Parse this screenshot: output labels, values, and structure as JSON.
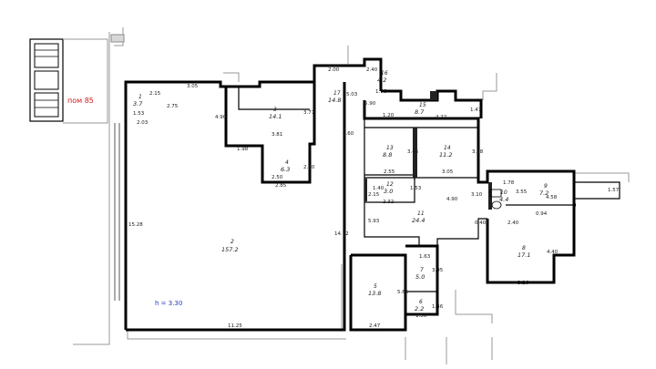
{
  "tag": "пом 85",
  "height_note": "h = 3.30",
  "colors": {
    "wall": "#000000",
    "outside": "#9a9a9a",
    "tag": "#d11a1a",
    "note": "#1f3bbf"
  },
  "rooms": [
    {
      "num": "1",
      "area": "3.7"
    },
    {
      "num": "2",
      "area": "157.2"
    },
    {
      "num": "3",
      "area": "14.1"
    },
    {
      "num": "4",
      "area": "6.3"
    },
    {
      "num": "5",
      "area": "13.8"
    },
    {
      "num": "6",
      "area": "2.2"
    },
    {
      "num": "7",
      "area": "5.0"
    },
    {
      "num": "8",
      "area": "17.1"
    },
    {
      "num": "9",
      "area": "7.2"
    },
    {
      "num": "10",
      "area": "4.4"
    },
    {
      "num": "11",
      "area": "24.4"
    },
    {
      "num": "12",
      "area": "3.0"
    },
    {
      "num": "13",
      "area": "8.8"
    },
    {
      "num": "14",
      "area": "11.2"
    },
    {
      "num": "15",
      "area": "8.7"
    },
    {
      "num": "16",
      "area": "4.2"
    },
    {
      "num": "17",
      "area": "14.8"
    }
  ],
  "dims": {
    "top_left": "3.05",
    "d_215": "2.15",
    "d_153": "1.53",
    "d_203": "2.03",
    "d_275": "2.75",
    "d_490": "4.90",
    "d_381": "3.81",
    "d_198": "1.98",
    "d_377": "3.77",
    "d_250a": "2.50",
    "d_250b": "2.50",
    "d_285": "2.85",
    "d_1125": "11.25",
    "d_1528": "15.28",
    "d_060": "0.60",
    "d_1472": "14.72",
    "d_200": "2.00",
    "d_240": "2.40",
    "d_176": "1.76",
    "d_503": "5.03",
    "d_590": "5.90",
    "d_120": "1.20",
    "d_422": "4.22",
    "d_147": "1.47",
    "d_345": "3.45",
    "d_318": "3.18",
    "d_255": "2.55",
    "d_305": "3.05",
    "d_140": "1.40",
    "d_153b": "1.53",
    "d_215b": "2.15",
    "d_232": "2.32",
    "d_310": "3.10",
    "d_490b": "4.90",
    "d_593": "5.93",
    "d_163": "1.63",
    "d_395": "3.95",
    "d_565": "5.65",
    "d_150": "1.50",
    "d_247": "2.47",
    "d_178": "1.78",
    "d_355": "3.55",
    "d_458": "4.58",
    "d_157": "1.57",
    "d_040": "0.40",
    "d_240b": "2.40",
    "d_094": "0.94",
    "d_440": "4.40",
    "d_326": "3.26",
    "d_146": "1.46"
  }
}
